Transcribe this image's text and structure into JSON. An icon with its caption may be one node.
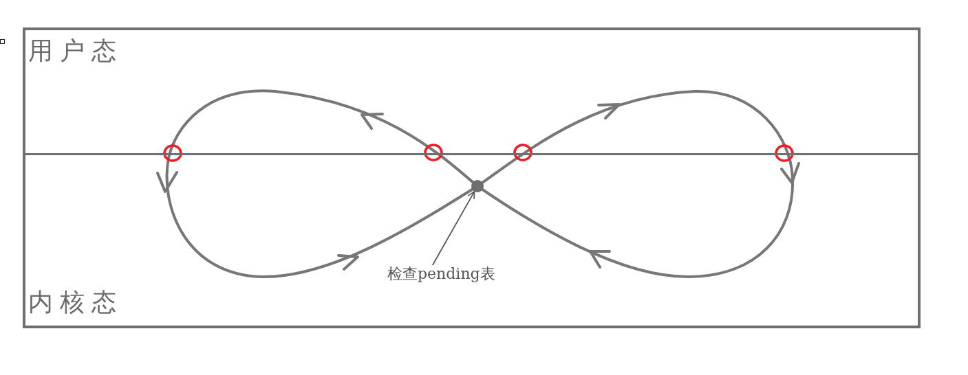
{
  "diagram": {
    "nodes": [
      {
        "text": [
          "用户态"
        ]
      },
      {
        "text": [
          "内核态"
        ]
      },
      {
        "text": [],
        "shape": "circle",
        "in": 1
      },
      {
        "text": [
          "检查pending表"
        ],
        "in": 1
      }
    ],
    "edges": [
      {
        "from": 3,
        "to": 2,
        "arrow": "to"
      }
    ]
  }
}
